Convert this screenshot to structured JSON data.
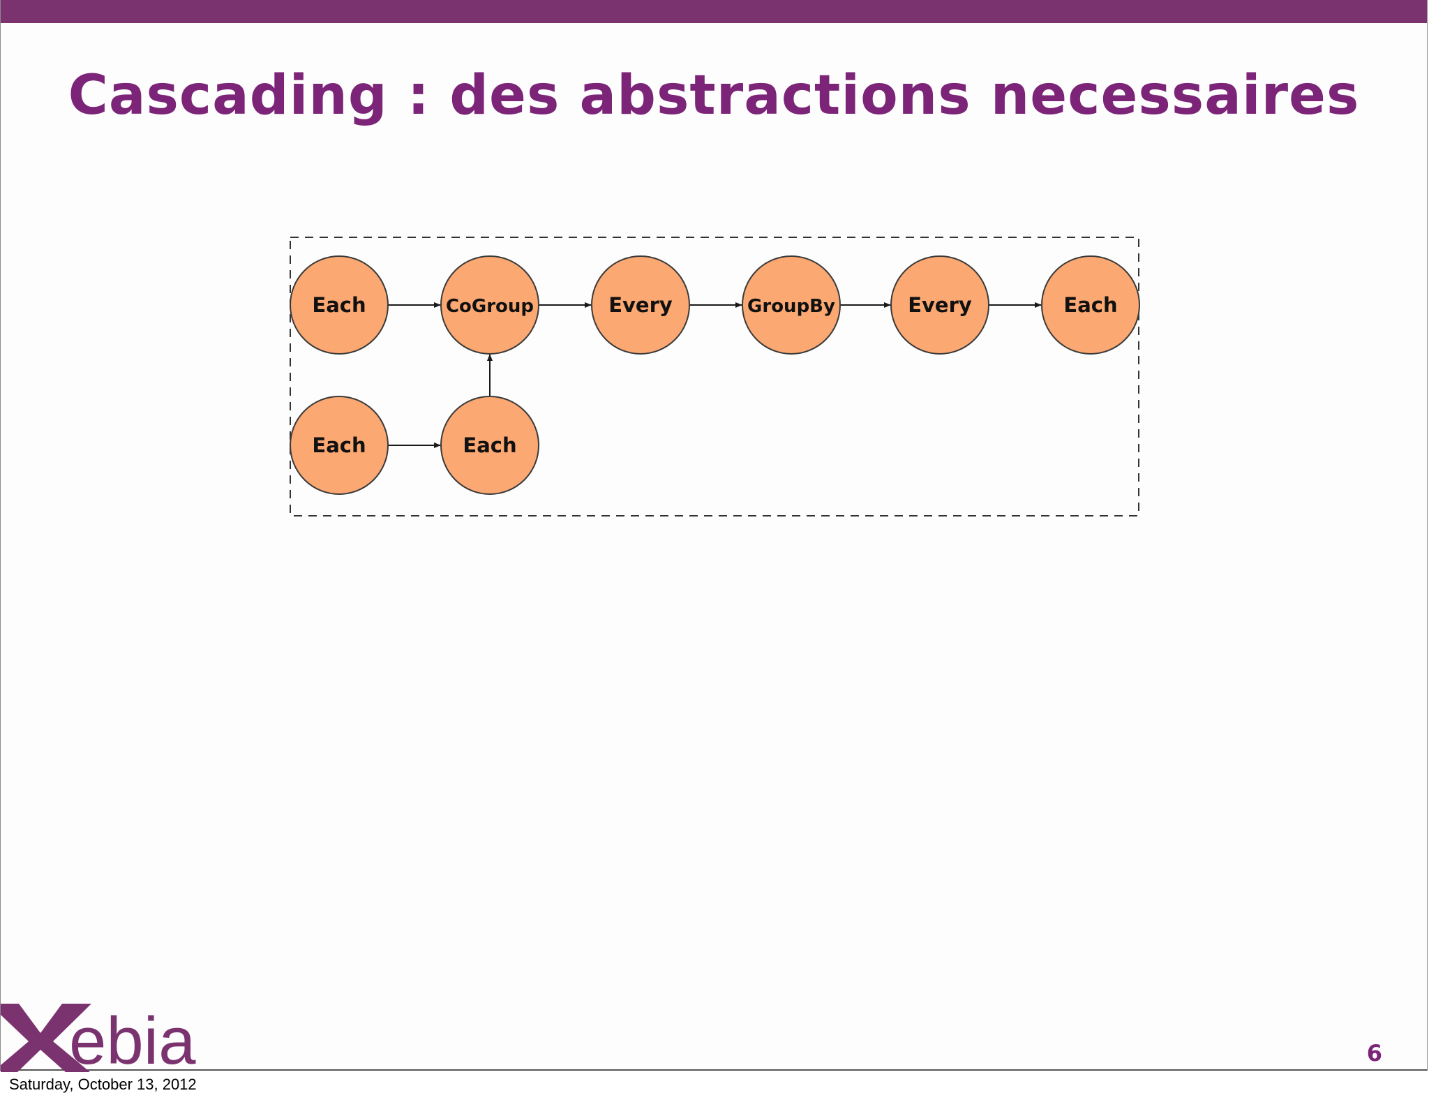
{
  "slide": {
    "title": "Cascading : des abstractions necessaires",
    "page_number": "6",
    "brand": "Xebia"
  },
  "footer": {
    "date": "Saturday, October 13, 2012"
  },
  "colors": {
    "accent": "#7b2478",
    "top_bar": "#7b3370",
    "node_fill": "#fba872"
  },
  "diagram": {
    "nodes": [
      {
        "id": "n1",
        "label": "Each"
      },
      {
        "id": "n2",
        "label": "CoGroup"
      },
      {
        "id": "n3",
        "label": "Every"
      },
      {
        "id": "n4",
        "label": "GroupBy"
      },
      {
        "id": "n5",
        "label": "Every"
      },
      {
        "id": "n6",
        "label": "Each"
      },
      {
        "id": "n7",
        "label": "Each"
      },
      {
        "id": "n8",
        "label": "Each"
      }
    ],
    "edges": [
      {
        "from": "n1",
        "to": "n2"
      },
      {
        "from": "n2",
        "to": "n3"
      },
      {
        "from": "n3",
        "to": "n4"
      },
      {
        "from": "n4",
        "to": "n5"
      },
      {
        "from": "n5",
        "to": "n6"
      },
      {
        "from": "n7",
        "to": "n8"
      },
      {
        "from": "n8",
        "to": "n2"
      }
    ]
  }
}
